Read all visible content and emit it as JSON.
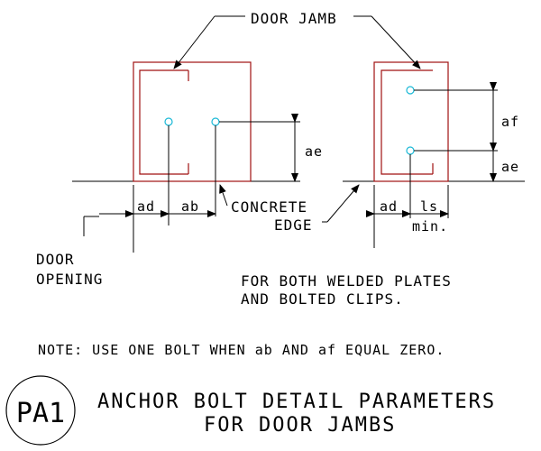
{
  "labels": {
    "door_jamb": "DOOR JAMB",
    "ad_left": "ad",
    "ab": "ab",
    "ae_left": "ae",
    "concrete": "CONCRETE",
    "edge": "EDGE",
    "door": "DOOR",
    "opening": "OPENING",
    "af": "af",
    "ae_right": "ae",
    "ad_right": "ad",
    "ls": "ls",
    "min": "min."
  },
  "notes": {
    "both_line1": "FOR BOTH WELDED PLATES",
    "both_line2": "AND BOLTED CLIPS.",
    "note": "NOTE: USE ONE BOLT WHEN ab AND af EQUAL ZERO."
  },
  "title": {
    "badge": "PA1",
    "line1": "ANCHOR BOLT DETAIL PARAMETERS",
    "line2": "FOR DOOR JAMBS"
  },
  "colors": {
    "jamb": "#a01010",
    "bolt": "#19b8d6",
    "ink": "#000000"
  }
}
